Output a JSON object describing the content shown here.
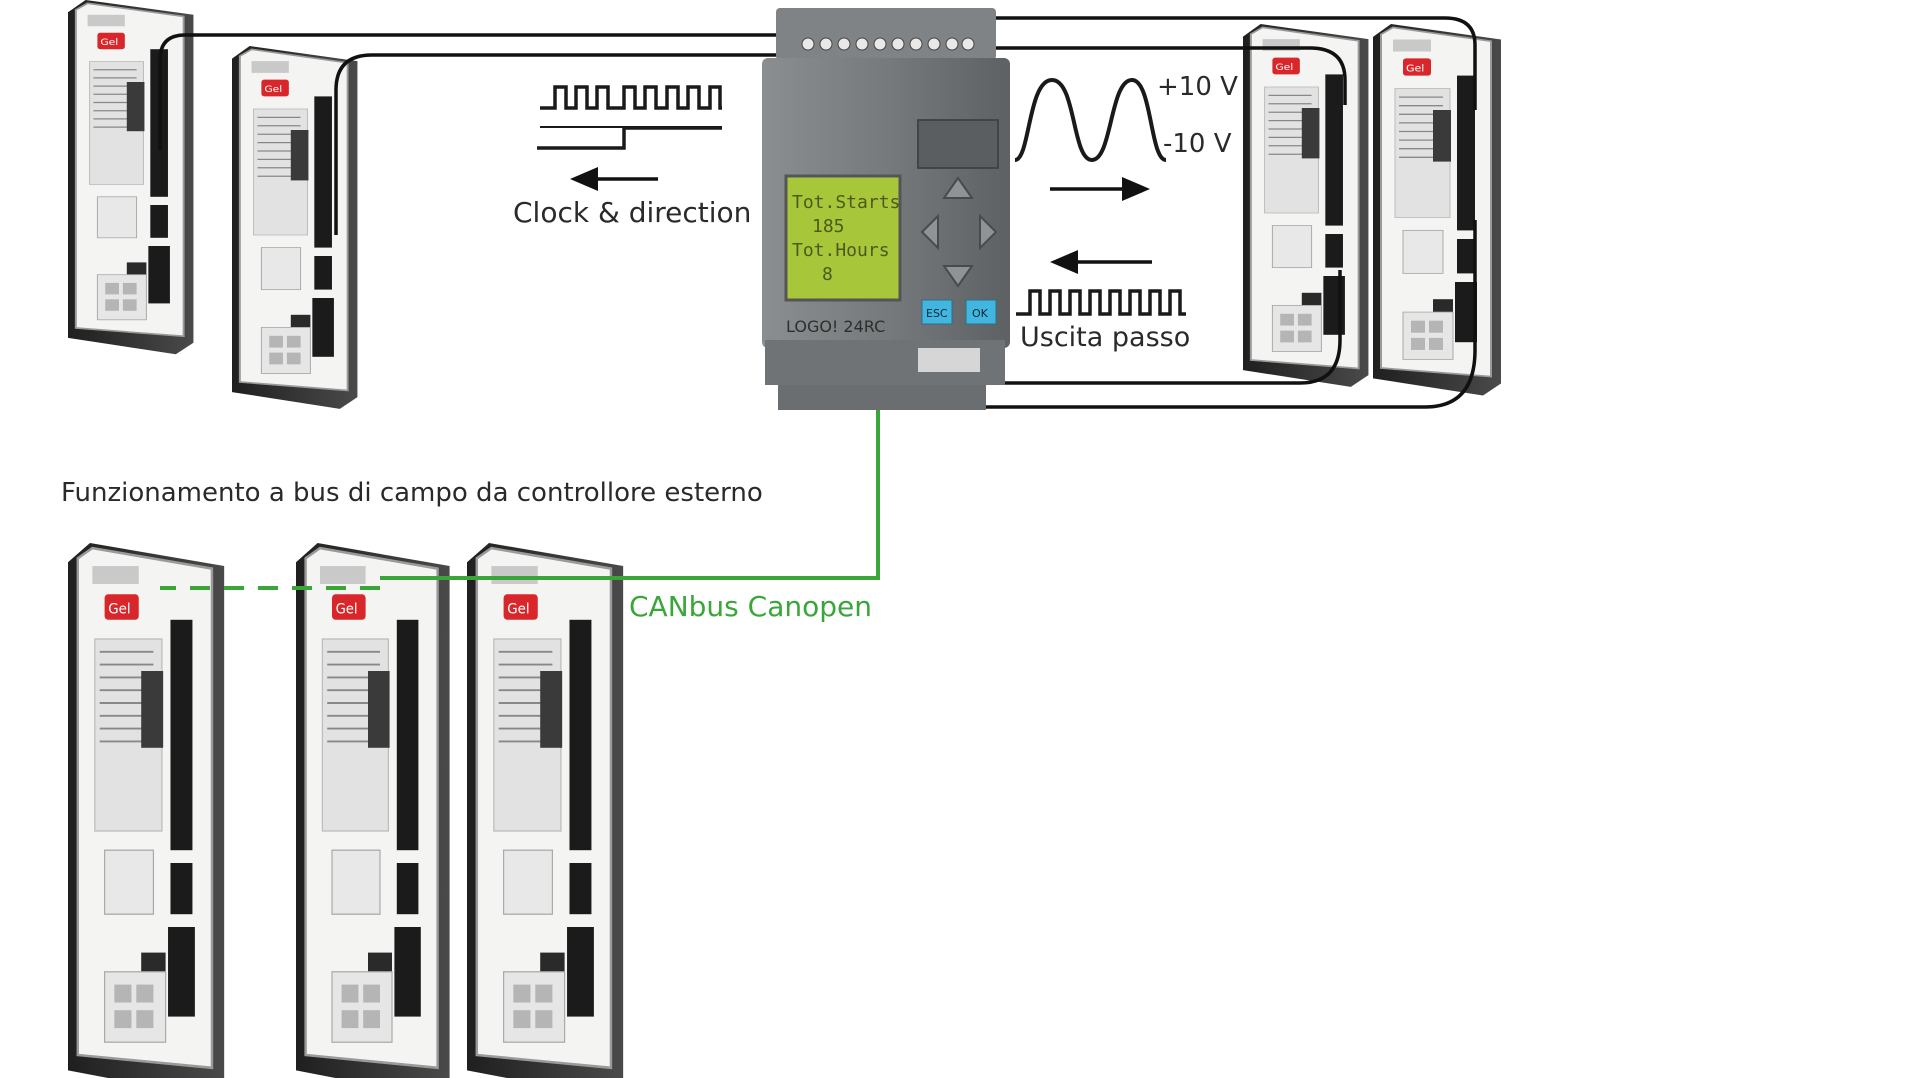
{
  "labels": {
    "clock_direction": "Clock & direction",
    "plus_10v": "+10 V",
    "minus_10v": "-10 V",
    "uscita_passo": "Uscita passo",
    "fieldbus_caption": "Funzionamento a bus di campo da controllore esterno",
    "canbus": "CANbus Canopen"
  },
  "plc": {
    "brand": "LOGO! 24RC",
    "screen_lines": [
      "Tot.Starts",
      "185",
      "Tot.Hours",
      "8"
    ],
    "esc_label": "ESC",
    "ok_label": "OK"
  },
  "colors": {
    "wire": "#111111",
    "bus_green": "#3aa63a",
    "canbus_text": "#3aa63a",
    "plc_body": "#767a7c",
    "plc_screen": "#a7c63a",
    "drive_face": "#f4f4f2",
    "drive_heatsink": "#2b2b2b",
    "brand_red": "#d8262a",
    "key_cyan": "#41b7e0"
  }
}
